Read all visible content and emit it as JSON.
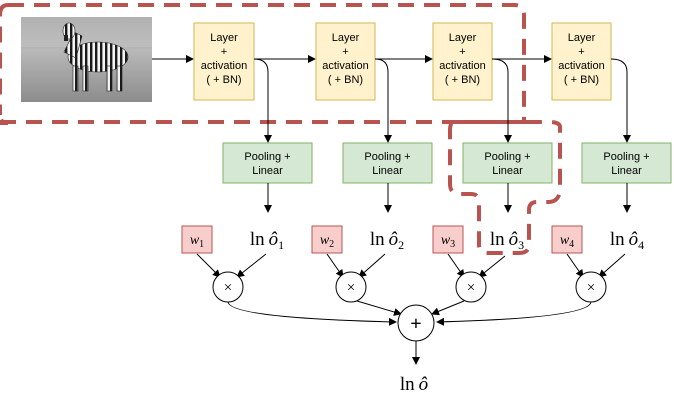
{
  "layer_box": {
    "line1": "Layer",
    "line2": "+",
    "line3": "activation",
    "line4": "( + BN)"
  },
  "pooling_box": {
    "line1": "Pooling +",
    "line2": "Linear"
  },
  "branches": [
    {
      "weight_letter": "w",
      "weight_index": "1",
      "output_prefix": "ln",
      "output_letter": "ô",
      "output_index": "1"
    },
    {
      "weight_letter": "w",
      "weight_index": "2",
      "output_prefix": "ln",
      "output_letter": "ô",
      "output_index": "2"
    },
    {
      "weight_letter": "w",
      "weight_index": "3",
      "output_prefix": "ln",
      "output_letter": "ô",
      "output_index": "3"
    },
    {
      "weight_letter": "w",
      "weight_index": "4",
      "output_prefix": "ln",
      "output_letter": "ô",
      "output_index": "4"
    }
  ],
  "multiply_symbol": "×",
  "sum_symbol": "+",
  "final_output": {
    "prefix": "ln",
    "letter": "ô"
  },
  "colors": {
    "layer_fill": "#fff2cc",
    "layer_stroke": "#d6b656",
    "pooling_fill": "#d5e8d4",
    "pooling_stroke": "#82b366",
    "weight_fill": "#f8cecc",
    "weight_stroke": "#b85450",
    "highlight_dash": "#b85450"
  }
}
